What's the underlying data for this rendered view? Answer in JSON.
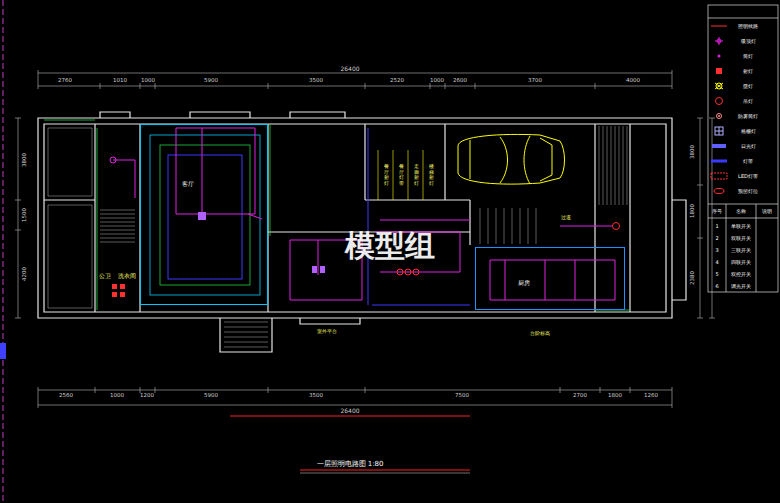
{
  "diagram": {
    "title": "一层照明电路图 1:80",
    "nodes": [
      {
        "text": [
          "客厅"
        ]
      },
      {
        "text": [
          "厨房"
        ]
      }
    ],
    "labels": [
      "模型组",
      "26400",
      "2760",
      "1010",
      "1000",
      "5900",
      "3500",
      "2520",
      "1000",
      "2600",
      "3700",
      "4000",
      "2560",
      "1000",
      "1200",
      "5900",
      "3500",
      "7500",
      "2700",
      "1800",
      "1260",
      "26400",
      "3800",
      "1500",
      "4200",
      "3800",
      "1800",
      "2380",
      "公卫",
      "洗衣间",
      "餐厅射灯",
      "餐厅灯带",
      "走廊射灯",
      "楼梯射灯",
      "室外平台",
      "台阶标高",
      "过道",
      "序号",
      "名称",
      "说明",
      "1",
      "单联开关",
      "2",
      "双联开关",
      "3",
      "三联开关",
      "4",
      "四联开关",
      "5",
      "双控开关",
      "6",
      "调光开关"
    ],
    "legend": [
      {
        "text": "照明线路"
      },
      {
        "text": "吸顶灯"
      },
      {
        "text": "筒灯"
      },
      {
        "text": "射灯"
      },
      {
        "text": "壁灯"
      },
      {
        "text": "吊灯"
      },
      {
        "text": "防雾筒灯"
      },
      {
        "text": "格栅灯"
      },
      {
        "text": "日光灯"
      },
      {
        "text": "灯带"
      },
      {
        "text": "LED灯带"
      },
      {
        "text": "预留灯位"
      }
    ]
  }
}
